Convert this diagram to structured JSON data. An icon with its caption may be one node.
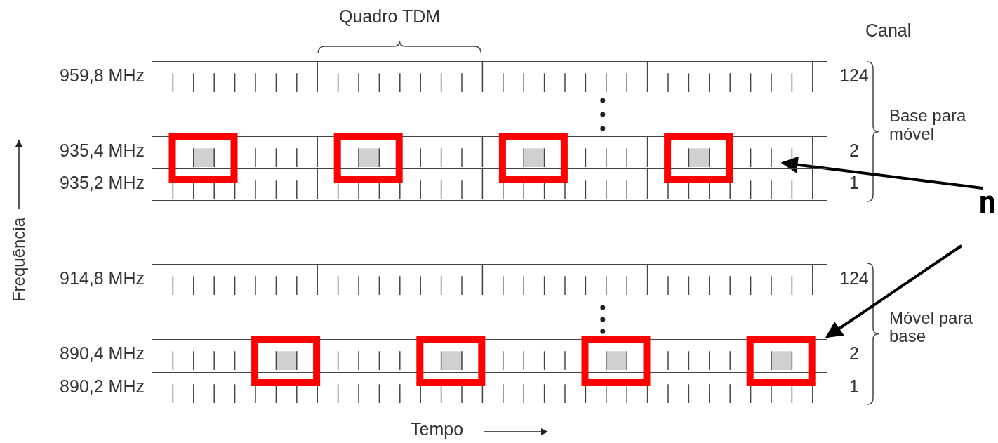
{
  "diagram": {
    "nodes": [
      {
        "text": [],
        "shape": "bar",
        "beside": [
          "959,8 MHz",
          "124"
        ]
      },
      {
        "text": [],
        "shape": "bar",
        "beside": [
          "935,4 MHz",
          "2"
        ]
      },
      {
        "text": [],
        "shape": "bar",
        "beside": [
          "935,2 MHz",
          "1"
        ]
      },
      {
        "text": [],
        "shape": "bar",
        "beside": [
          "914,8 MHz",
          "124"
        ]
      },
      {
        "text": [],
        "shape": "bar",
        "beside": [
          "890,4 MHz",
          "2"
        ]
      },
      {
        "text": [],
        "shape": "bar",
        "beside": [
          "890,2 MHz",
          "1"
        ]
      },
      {
        "text": [
          "n"
        ]
      }
    ],
    "edges": [
      {
        "from": 6,
        "to": 1,
        "arrow": "to"
      },
      {
        "from": 6,
        "to": 4,
        "arrow": "to"
      }
    ],
    "labels": [
      "Quadro TDM",
      "Canal",
      "Base para móvel",
      "Móvel para base",
      "Frequência",
      "Tempo"
    ]
  }
}
